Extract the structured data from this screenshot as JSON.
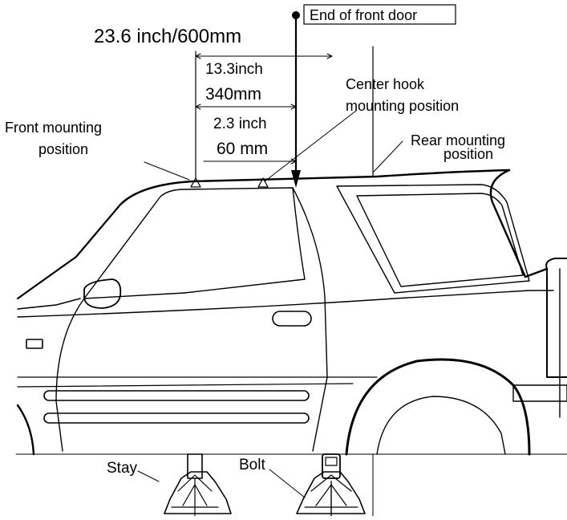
{
  "labels": {
    "total_distance": "23.6 inch/600mm",
    "end_of_front_door": "End of front door",
    "dim_13_inch": "13.3inch",
    "dim_13_mm": "340mm",
    "center_hook_line1": "Center hook",
    "center_hook_line2": "mounting position",
    "dim_2_inch": "2.3 inch",
    "dim_2_mm": "60 mm",
    "front_mount_line1": "Front mounting",
    "front_mount_line2": "position",
    "rear_mount_line1": "Rear mounting",
    "rear_mount_line2": "position",
    "stay": "Stay",
    "bolt": "Bolt"
  },
  "colors": {
    "line": "#000000",
    "background": "#ffffff"
  }
}
